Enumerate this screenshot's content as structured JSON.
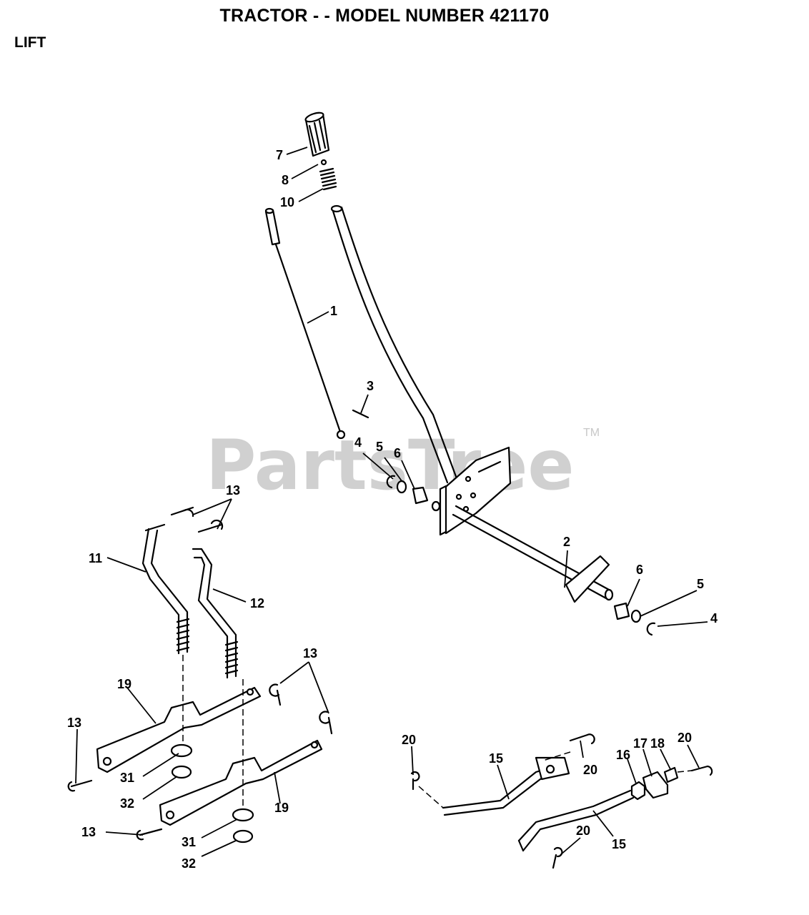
{
  "title": "TRACTOR - - MODEL NUMBER 421170",
  "section": "LIFT",
  "watermark": "PartsTree",
  "trademark": "TM",
  "callouts": {
    "c1": "1",
    "c2": "2",
    "c3": "3",
    "c4a": "4",
    "c4b": "4",
    "c5a": "5",
    "c5b": "5",
    "c6a": "6",
    "c6b": "6",
    "c7": "7",
    "c8": "8",
    "c10": "10",
    "c11": "11",
    "c12": "12",
    "c13a": "13",
    "c13b": "13",
    "c13c": "13",
    "c13d": "13",
    "c15a": "15",
    "c15b": "15",
    "c16": "16",
    "c17": "17",
    "c18": "18",
    "c19a": "19",
    "c19b": "19",
    "c20a": "20",
    "c20b": "20",
    "c20c": "20",
    "c20d": "20",
    "c31a": "31",
    "c31b": "31",
    "c32a": "32",
    "c32b": "32"
  }
}
